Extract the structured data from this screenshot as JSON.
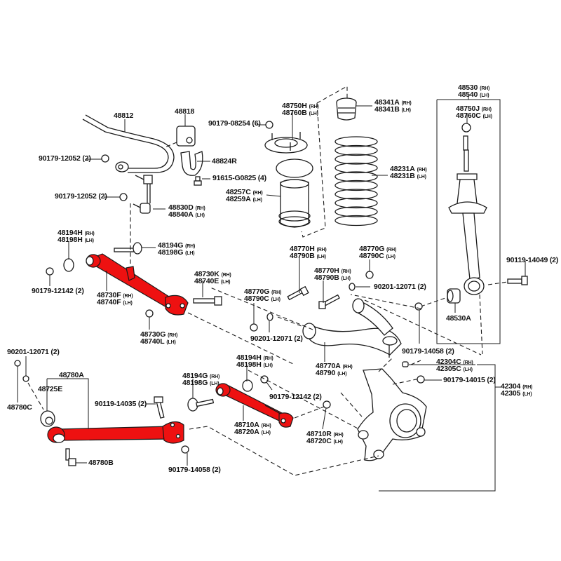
{
  "diagram": {
    "title": "Rear suspension exploded parts diagram",
    "highlight_color": "#ee1111",
    "line_color": "#1a1a1a",
    "side_tags": {
      "rh": "(RH)",
      "lh": "(LH)"
    },
    "labels": [
      {
        "id": "l48812",
        "lines": [
          {
            "part": "48812",
            "side": ""
          }
        ]
      },
      {
        "id": "l48818",
        "lines": [
          {
            "part": "48818",
            "side": ""
          }
        ]
      },
      {
        "id": "l9017912052a",
        "lines": [
          {
            "part": "90179-12052 (2)",
            "side": ""
          }
        ]
      },
      {
        "id": "l48824R",
        "lines": [
          {
            "part": "48824R",
            "side": ""
          }
        ]
      },
      {
        "id": "l91615",
        "lines": [
          {
            "part": "91615-G0825 (4)",
            "side": ""
          }
        ]
      },
      {
        "id": "l9017912052b",
        "lines": [
          {
            "part": "90179-12052 (2)",
            "side": ""
          }
        ]
      },
      {
        "id": "l48830D",
        "lines": [
          {
            "part": "48830D",
            "side": "(RH)"
          },
          {
            "part": "48840A",
            "side": "(LH)"
          }
        ]
      },
      {
        "id": "l9017908254",
        "lines": [
          {
            "part": "90179-08254 (6)",
            "side": ""
          }
        ]
      },
      {
        "id": "l48750H",
        "lines": [
          {
            "part": "48750H",
            "side": "(RH)"
          },
          {
            "part": "48760B",
            "side": "(LH)"
          }
        ]
      },
      {
        "id": "l48341A",
        "lines": [
          {
            "part": "48341A",
            "side": "(RH)"
          },
          {
            "part": "48341B",
            "side": "(LH)"
          }
        ]
      },
      {
        "id": "l48231A",
        "lines": [
          {
            "part": "48231A",
            "side": "(RH)"
          },
          {
            "part": "48231B",
            "side": "(LH)"
          }
        ]
      },
      {
        "id": "l48257C",
        "lines": [
          {
            "part": "48257C",
            "side": "(RH)"
          },
          {
            "part": "48259A",
            "side": "(LH)"
          }
        ]
      },
      {
        "id": "l48530",
        "lines": [
          {
            "part": "48530",
            "side": "(RH)"
          },
          {
            "part": "48540",
            "side": "(LH)"
          }
        ]
      },
      {
        "id": "l48750J",
        "lines": [
          {
            "part": "48750J",
            "side": "(RH)"
          },
          {
            "part": "48760C",
            "side": "(LH)"
          }
        ]
      },
      {
        "id": "l48194H",
        "lines": [
          {
            "part": "48194H",
            "side": "(RH)"
          },
          {
            "part": "48198H",
            "side": "(LH)"
          }
        ]
      },
      {
        "id": "l48194G",
        "lines": [
          {
            "part": "48194G",
            "side": "(RH)"
          },
          {
            "part": "48198G",
            "side": "(LH)"
          }
        ]
      },
      {
        "id": "l9017912142",
        "lines": [
          {
            "part": "90179-12142 (2)",
            "side": ""
          }
        ]
      },
      {
        "id": "l48730F",
        "lines": [
          {
            "part": "48730F",
            "side": "(RH)"
          },
          {
            "part": "48740F",
            "side": "(LH)"
          }
        ]
      },
      {
        "id": "l48730K",
        "lines": [
          {
            "part": "48730K",
            "side": "(RH)"
          },
          {
            "part": "48740E",
            "side": "(LH)"
          }
        ]
      },
      {
        "id": "l48730G",
        "lines": [
          {
            "part": "48730G",
            "side": "(RH)"
          },
          {
            "part": "48740L",
            "side": "(LH)"
          }
        ]
      },
      {
        "id": "l48770Ha",
        "lines": [
          {
            "part": "48770H",
            "side": "(RH)"
          },
          {
            "part": "48790B",
            "side": "(LH)"
          }
        ]
      },
      {
        "id": "l48770Ga",
        "lines": [
          {
            "part": "48770G",
            "side": "(RH)"
          },
          {
            "part": "48790C",
            "side": "(LH)"
          }
        ]
      },
      {
        "id": "l48770Hb",
        "lines": [
          {
            "part": "48770H",
            "side": "(RH)"
          },
          {
            "part": "48790B",
            "side": "(LH)"
          }
        ]
      },
      {
        "id": "l9020112071a",
        "lines": [
          {
            "part": "90201-12071 (2)",
            "side": ""
          }
        ]
      },
      {
        "id": "l48770Gb",
        "lines": [
          {
            "part": "48770G",
            "side": "(RH)"
          },
          {
            "part": "48790C",
            "side": "(LH)"
          }
        ]
      },
      {
        "id": "l9020112071b",
        "lines": [
          {
            "part": "90201-12071 (2)",
            "side": ""
          }
        ]
      },
      {
        "id": "l9011914049",
        "lines": [
          {
            "part": "90119-14049 (2)",
            "side": ""
          }
        ]
      },
      {
        "id": "l48530A",
        "lines": [
          {
            "part": "48530A",
            "side": ""
          }
        ]
      },
      {
        "id": "l9017914058a",
        "lines": [
          {
            "part": "90179-14058 (2)",
            "side": ""
          }
        ]
      },
      {
        "id": "l48770A",
        "lines": [
          {
            "part": "48770A",
            "side": "(RH)"
          },
          {
            "part": "48790",
            "side": "(LH)"
          }
        ]
      },
      {
        "id": "l42304C",
        "lines": [
          {
            "part": "42304C",
            "side": "(RH)"
          },
          {
            "part": "42305C",
            "side": "(LH)"
          }
        ]
      },
      {
        "id": "l9017914015",
        "lines": [
          {
            "part": "90179-14015 (2)",
            "side": ""
          }
        ]
      },
      {
        "id": "l42304",
        "lines": [
          {
            "part": "42304",
            "side": "(RH)"
          },
          {
            "part": "42305",
            "side": "(LH)"
          }
        ]
      },
      {
        "id": "l9020112071c",
        "lines": [
          {
            "part": "90201-12071 (2)",
            "side": ""
          }
        ]
      },
      {
        "id": "l48780A",
        "lines": [
          {
            "part": "48780A",
            "side": ""
          }
        ]
      },
      {
        "id": "l48725E",
        "lines": [
          {
            "part": "48725E",
            "side": ""
          }
        ]
      },
      {
        "id": "l48780C",
        "lines": [
          {
            "part": "48780C",
            "side": ""
          }
        ]
      },
      {
        "id": "l9011914035",
        "lines": [
          {
            "part": "90119-14035 (2)",
            "side": ""
          }
        ]
      },
      {
        "id": "l48780B",
        "lines": [
          {
            "part": "48780B",
            "side": ""
          }
        ]
      },
      {
        "id": "l9017914058b",
        "lines": [
          {
            "part": "90179-14058 (2)",
            "side": ""
          }
        ]
      },
      {
        "id": "l48194Hb",
        "lines": [
          {
            "part": "48194H",
            "side": "(RH)"
          },
          {
            "part": "48198H",
            "side": "(LH)"
          }
        ]
      },
      {
        "id": "l48194Gb",
        "lines": [
          {
            "part": "48194G",
            "side": "(RH)"
          },
          {
            "part": "48198G",
            "side": "(LH)"
          }
        ]
      },
      {
        "id": "l9017912142b",
        "lines": [
          {
            "part": "90179-12142 (2)",
            "side": ""
          }
        ]
      },
      {
        "id": "l48710A",
        "lines": [
          {
            "part": "48710A",
            "side": "(RH)"
          },
          {
            "part": "48720A",
            "side": "(LH)"
          }
        ]
      },
      {
        "id": "l48710R",
        "lines": [
          {
            "part": "48710R",
            "side": "(RH)"
          },
          {
            "part": "48720C",
            "side": "(LH)"
          }
        ]
      }
    ]
  }
}
